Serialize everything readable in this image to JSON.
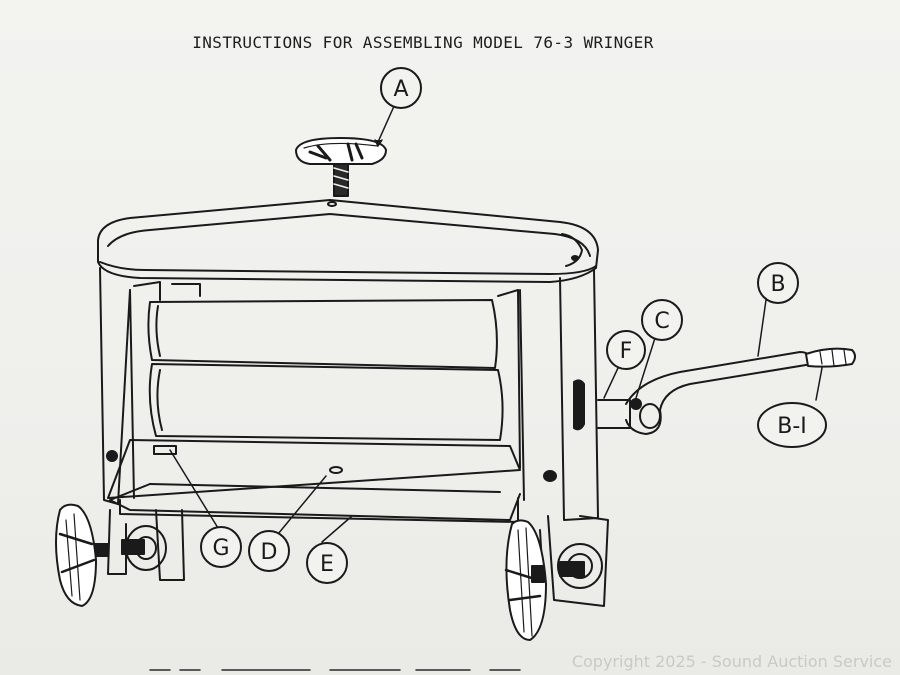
{
  "document": {
    "title": "INSTRUCTIONS FOR ASSEMBLING MODEL 76-3 WRINGER",
    "watermark": "Copyright 2025 - Sound Auction Service"
  },
  "callouts": [
    {
      "id": "A",
      "label": "A"
    },
    {
      "id": "B",
      "label": "B"
    },
    {
      "id": "B-1",
      "label": "B-I"
    },
    {
      "id": "C",
      "label": "C"
    },
    {
      "id": "F",
      "label": "F"
    },
    {
      "id": "G",
      "label": "G"
    },
    {
      "id": "D",
      "label": "D"
    },
    {
      "id": "E",
      "label": "E"
    }
  ],
  "colors": {
    "paper": "#f2f2ef",
    "ink": "#1a1a1a",
    "watermark": "#c9c9c6"
  }
}
